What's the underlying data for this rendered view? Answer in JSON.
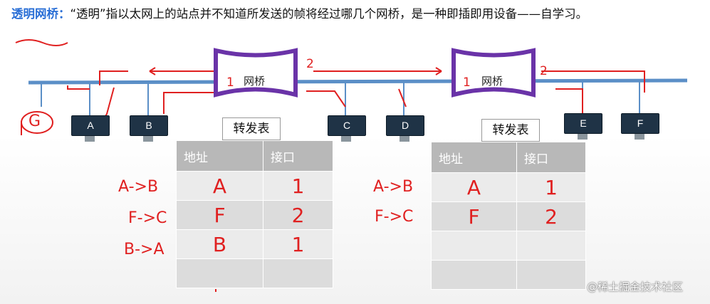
{
  "header": {
    "term": "透明网桥：",
    "text": "“透明”指以太网上的站点并不知道所发送的帧将经过哪几个网桥，是一种即插即用设备——自学习。"
  },
  "colors": {
    "line": "#5b8fc7",
    "bridge_border": "#6a33a8",
    "ink": "#e02020",
    "term": "#2a6fd6"
  },
  "bridges": [
    {
      "label": "网桥",
      "port_left": "1",
      "port_right": "2"
    },
    {
      "label": "网桥",
      "port_left": "1",
      "port_right": "2"
    }
  ],
  "hosts": [
    "A",
    "B",
    "C",
    "D",
    "E",
    "F"
  ],
  "handwritten_host": "G",
  "table_left": {
    "title": "转发表",
    "headers": [
      "地址",
      "接口"
    ],
    "rows": [
      [
        "A",
        "1"
      ],
      [
        "F",
        "2"
      ],
      [
        "B",
        "1"
      ],
      [
        "⋮",
        ""
      ]
    ],
    "directions": [
      "A->B",
      "F->C",
      "B->A"
    ]
  },
  "table_right": {
    "title": "转发表",
    "headers": [
      "地址",
      "接口"
    ],
    "rows": [
      [
        "A",
        "1"
      ],
      [
        "F",
        "2"
      ],
      [
        "⋮",
        ""
      ],
      [
        "",
        ""
      ]
    ],
    "directions": [
      "A->B",
      "F->C"
    ]
  },
  "watermark": "@稀土掘金技术社区"
}
